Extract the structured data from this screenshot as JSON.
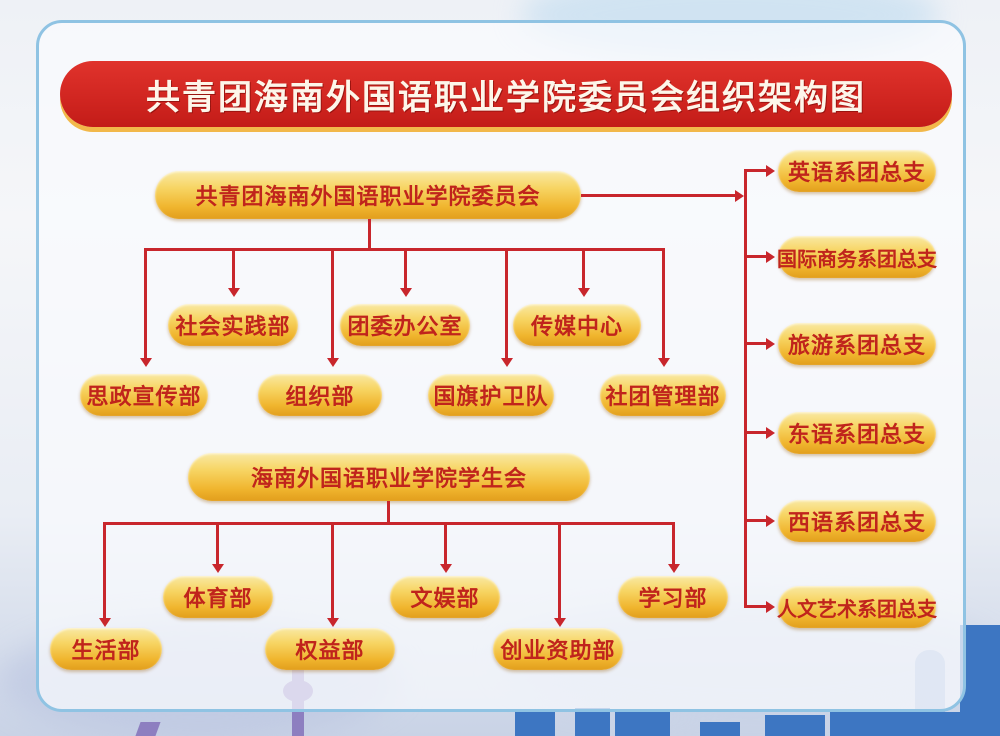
{
  "title": "共青团海南外国语职业学院委员会组织架构图",
  "committee": {
    "label": "共青团海南外国语职业学院委员会",
    "departments": [
      {
        "label": "思政宣传部",
        "row": "lower"
      },
      {
        "label": "社会实践部",
        "row": "upper"
      },
      {
        "label": "组织部",
        "row": "lower"
      },
      {
        "label": "团委办公室",
        "row": "upper"
      },
      {
        "label": "国旗护卫队",
        "row": "lower"
      },
      {
        "label": "传媒中心",
        "row": "upper"
      },
      {
        "label": "社团管理部",
        "row": "lower"
      }
    ]
  },
  "student_union": {
    "label": "海南外国语职业学院学生会",
    "departments": [
      {
        "label": "生活部",
        "row": "lower"
      },
      {
        "label": "体育部",
        "row": "upper"
      },
      {
        "label": "权益部",
        "row": "lower"
      },
      {
        "label": "文娱部",
        "row": "upper"
      },
      {
        "label": "创业资助部",
        "row": "lower"
      },
      {
        "label": "学习部",
        "row": "upper"
      }
    ]
  },
  "branches": [
    {
      "label": "英语系团总支"
    },
    {
      "label": "国际商务系团总支"
    },
    {
      "label": "旅游系团总支"
    },
    {
      "label": "东语系团总支"
    },
    {
      "label": "西语系团总支"
    },
    {
      "label": "人文艺术系团总支"
    }
  ],
  "colors": {
    "title_bg": "#d02520",
    "title_text": "#fdf6ea",
    "pill_gold": "#f7d564",
    "pill_text": "#c0241c",
    "connector": "#c8262c",
    "frame_border": "#8fc3e3"
  }
}
